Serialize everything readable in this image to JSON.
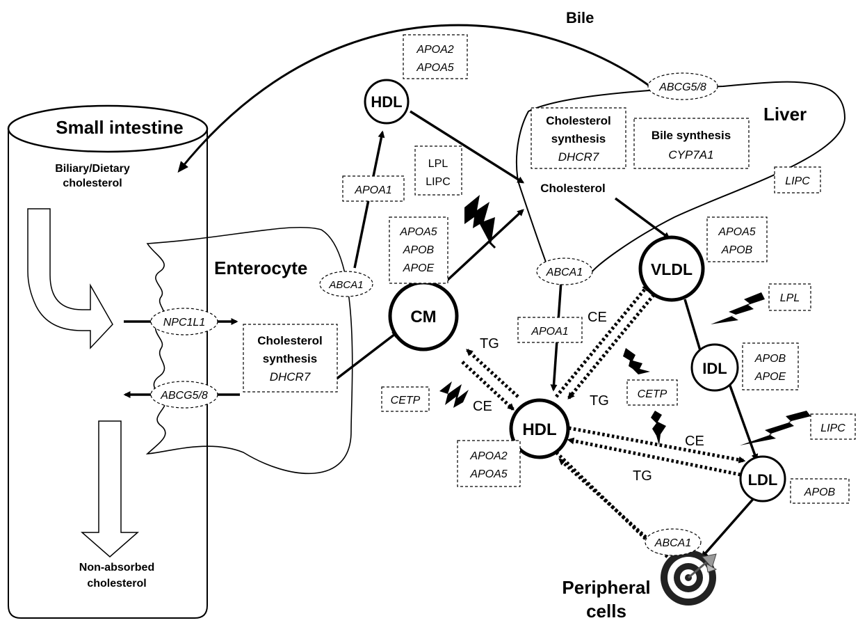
{
  "regions": {
    "small_intestine": "Small intestine",
    "liver": "Liver",
    "enterocyte": "Enterocyte",
    "bile": "Bile",
    "peripheral_line1": "Peripheral",
    "peripheral_line2": "cells"
  },
  "intestine": {
    "biliary_line1": "Biliary/Dietary",
    "biliary_line2": "cholesterol",
    "nonabs_line1": "Non-absorbed",
    "nonabs_line2": "cholesterol"
  },
  "particles": {
    "hdl_top": "HDL",
    "cm": "CM",
    "hdl_center": "HDL",
    "vldl": "VLDL",
    "idl": "IDL",
    "ldl": "LDL"
  },
  "transporters": {
    "npc1l1": "NPC1L1",
    "abcg58_intestine": "ABCG5/8",
    "abca1_enterocyte": "ABCA1",
    "abcg58_liver": "ABCG5/8",
    "abca1_liver": "ABCA1",
    "abca1_peripheral": "ABCA1"
  },
  "boxes": {
    "enterocyte_synth": [
      "Cholesterol",
      "synthesis",
      "DHCR7"
    ],
    "liver_synth": [
      "Cholesterol",
      "synthesis",
      "DHCR7"
    ],
    "bile_synth": [
      "Bile synthesis",
      "CYP7A1"
    ],
    "liver_cholesterol": "Cholesterol",
    "apoa2_apoa5_top": [
      "APOA2",
      "APOA5"
    ],
    "apoa1_left": "APOA1",
    "lpl_lipc": [
      "LPL",
      "LIPC"
    ],
    "cm_apos": [
      "APOA5",
      "APOB",
      "APOE"
    ],
    "lipc_liver": "LIPC",
    "vldl_apos": [
      "APOA5",
      "APOB"
    ],
    "apoa1_center": "APOA1",
    "lpl": "LPL",
    "idl_apos": [
      "APOB",
      "APOE"
    ],
    "cetp_left": "CETP",
    "cetp_right": "CETP",
    "lipc_right": "LIPC",
    "hdl_apos": [
      "APOA2",
      "APOA5"
    ],
    "apob_ldl": "APOB"
  },
  "exchange": {
    "tg_cm": "TG",
    "ce_cm": "CE",
    "ce_vldl": "CE",
    "tg_vldl": "TG",
    "ce_ldl": "CE",
    "tg_ldl": "TG"
  }
}
